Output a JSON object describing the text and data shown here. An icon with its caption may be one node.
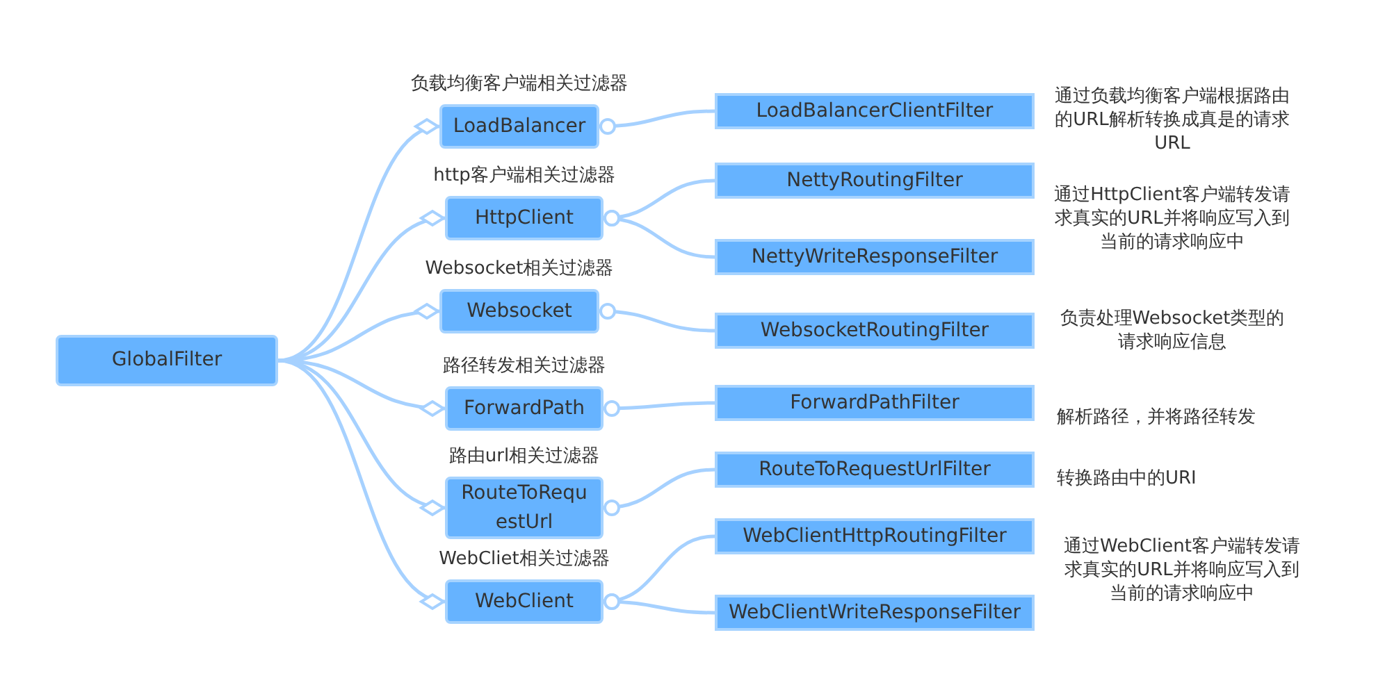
{
  "diagram": {
    "nodes": [
      {
        "text": [
          "GlobalFilter"
        ]
      },
      {
        "text": [
          "LoadBalancer"
        ],
        "beside": [
          "负载均衡客户端相关过滤器"
        ]
      },
      {
        "text": [
          "HttpClient"
        ],
        "beside": [
          "http客户端相关过滤器"
        ]
      },
      {
        "text": [
          "Websocket"
        ],
        "beside": [
          "Websocket相关过滤器"
        ]
      },
      {
        "text": [
          "ForwardPath"
        ],
        "beside": [
          "路径转发相关过滤器"
        ]
      },
      {
        "text": [
          "RouteToRequestUrl"
        ],
        "beside": [
          "路由url相关过滤器"
        ]
      },
      {
        "text": [
          "WebClient"
        ],
        "beside": [
          "WebCliet相关过滤器"
        ]
      },
      {
        "text": [
          "LoadBalancerClientFilter"
        ]
      },
      {
        "text": [
          "NettyRoutingFilter"
        ]
      },
      {
        "text": [
          "NettyWriteResponseFilter"
        ]
      },
      {
        "text": [
          "WebsocketRoutingFilter"
        ]
      },
      {
        "text": [
          "ForwardPathFilter"
        ]
      },
      {
        "text": [
          "RouteToRequestUrlFilter"
        ]
      },
      {
        "text": [
          "WebClientHttpRoutingFilter"
        ]
      },
      {
        "text": [
          "WebClientWriteResponseFilter"
        ]
      }
    ],
    "edges": [
      {
        "from": 0,
        "to": 1,
        "arrow": "other"
      },
      {
        "from": 0,
        "to": 2,
        "arrow": "other"
      },
      {
        "from": 0,
        "to": 3,
        "arrow": "other"
      },
      {
        "from": 0,
        "to": 4,
        "arrow": "other"
      },
      {
        "from": 0,
        "to": 5,
        "arrow": "other"
      },
      {
        "from": 0,
        "to": 6,
        "arrow": "other"
      },
      {
        "from": 1,
        "to": 7,
        "arrow": "other"
      },
      {
        "from": 2,
        "to": 8,
        "arrow": "other"
      },
      {
        "from": 2,
        "to": 9,
        "arrow": "other"
      },
      {
        "from": 3,
        "to": 10,
        "arrow": "other"
      },
      {
        "from": 4,
        "to": 11,
        "arrow": "other"
      },
      {
        "from": 5,
        "to": 12,
        "arrow": "other"
      },
      {
        "from": 6,
        "to": 13,
        "arrow": "other"
      },
      {
        "from": 6,
        "to": 14,
        "arrow": "other"
      }
    ],
    "labels": [
      "通过负载均衡客户端根据路由的URL解析转换成真是的请求URL",
      "通过HttpClient客户端转发请求真实的URL并将响应写入到当前的请求响应中",
      "负责处理Websocket类型的请求响应信息",
      "解析路径，并将路径转发",
      "转换路由中的URI",
      "通过WebClient客户端转发请求真实的URL并将响应写入到当前的请求响应中"
    ]
  }
}
